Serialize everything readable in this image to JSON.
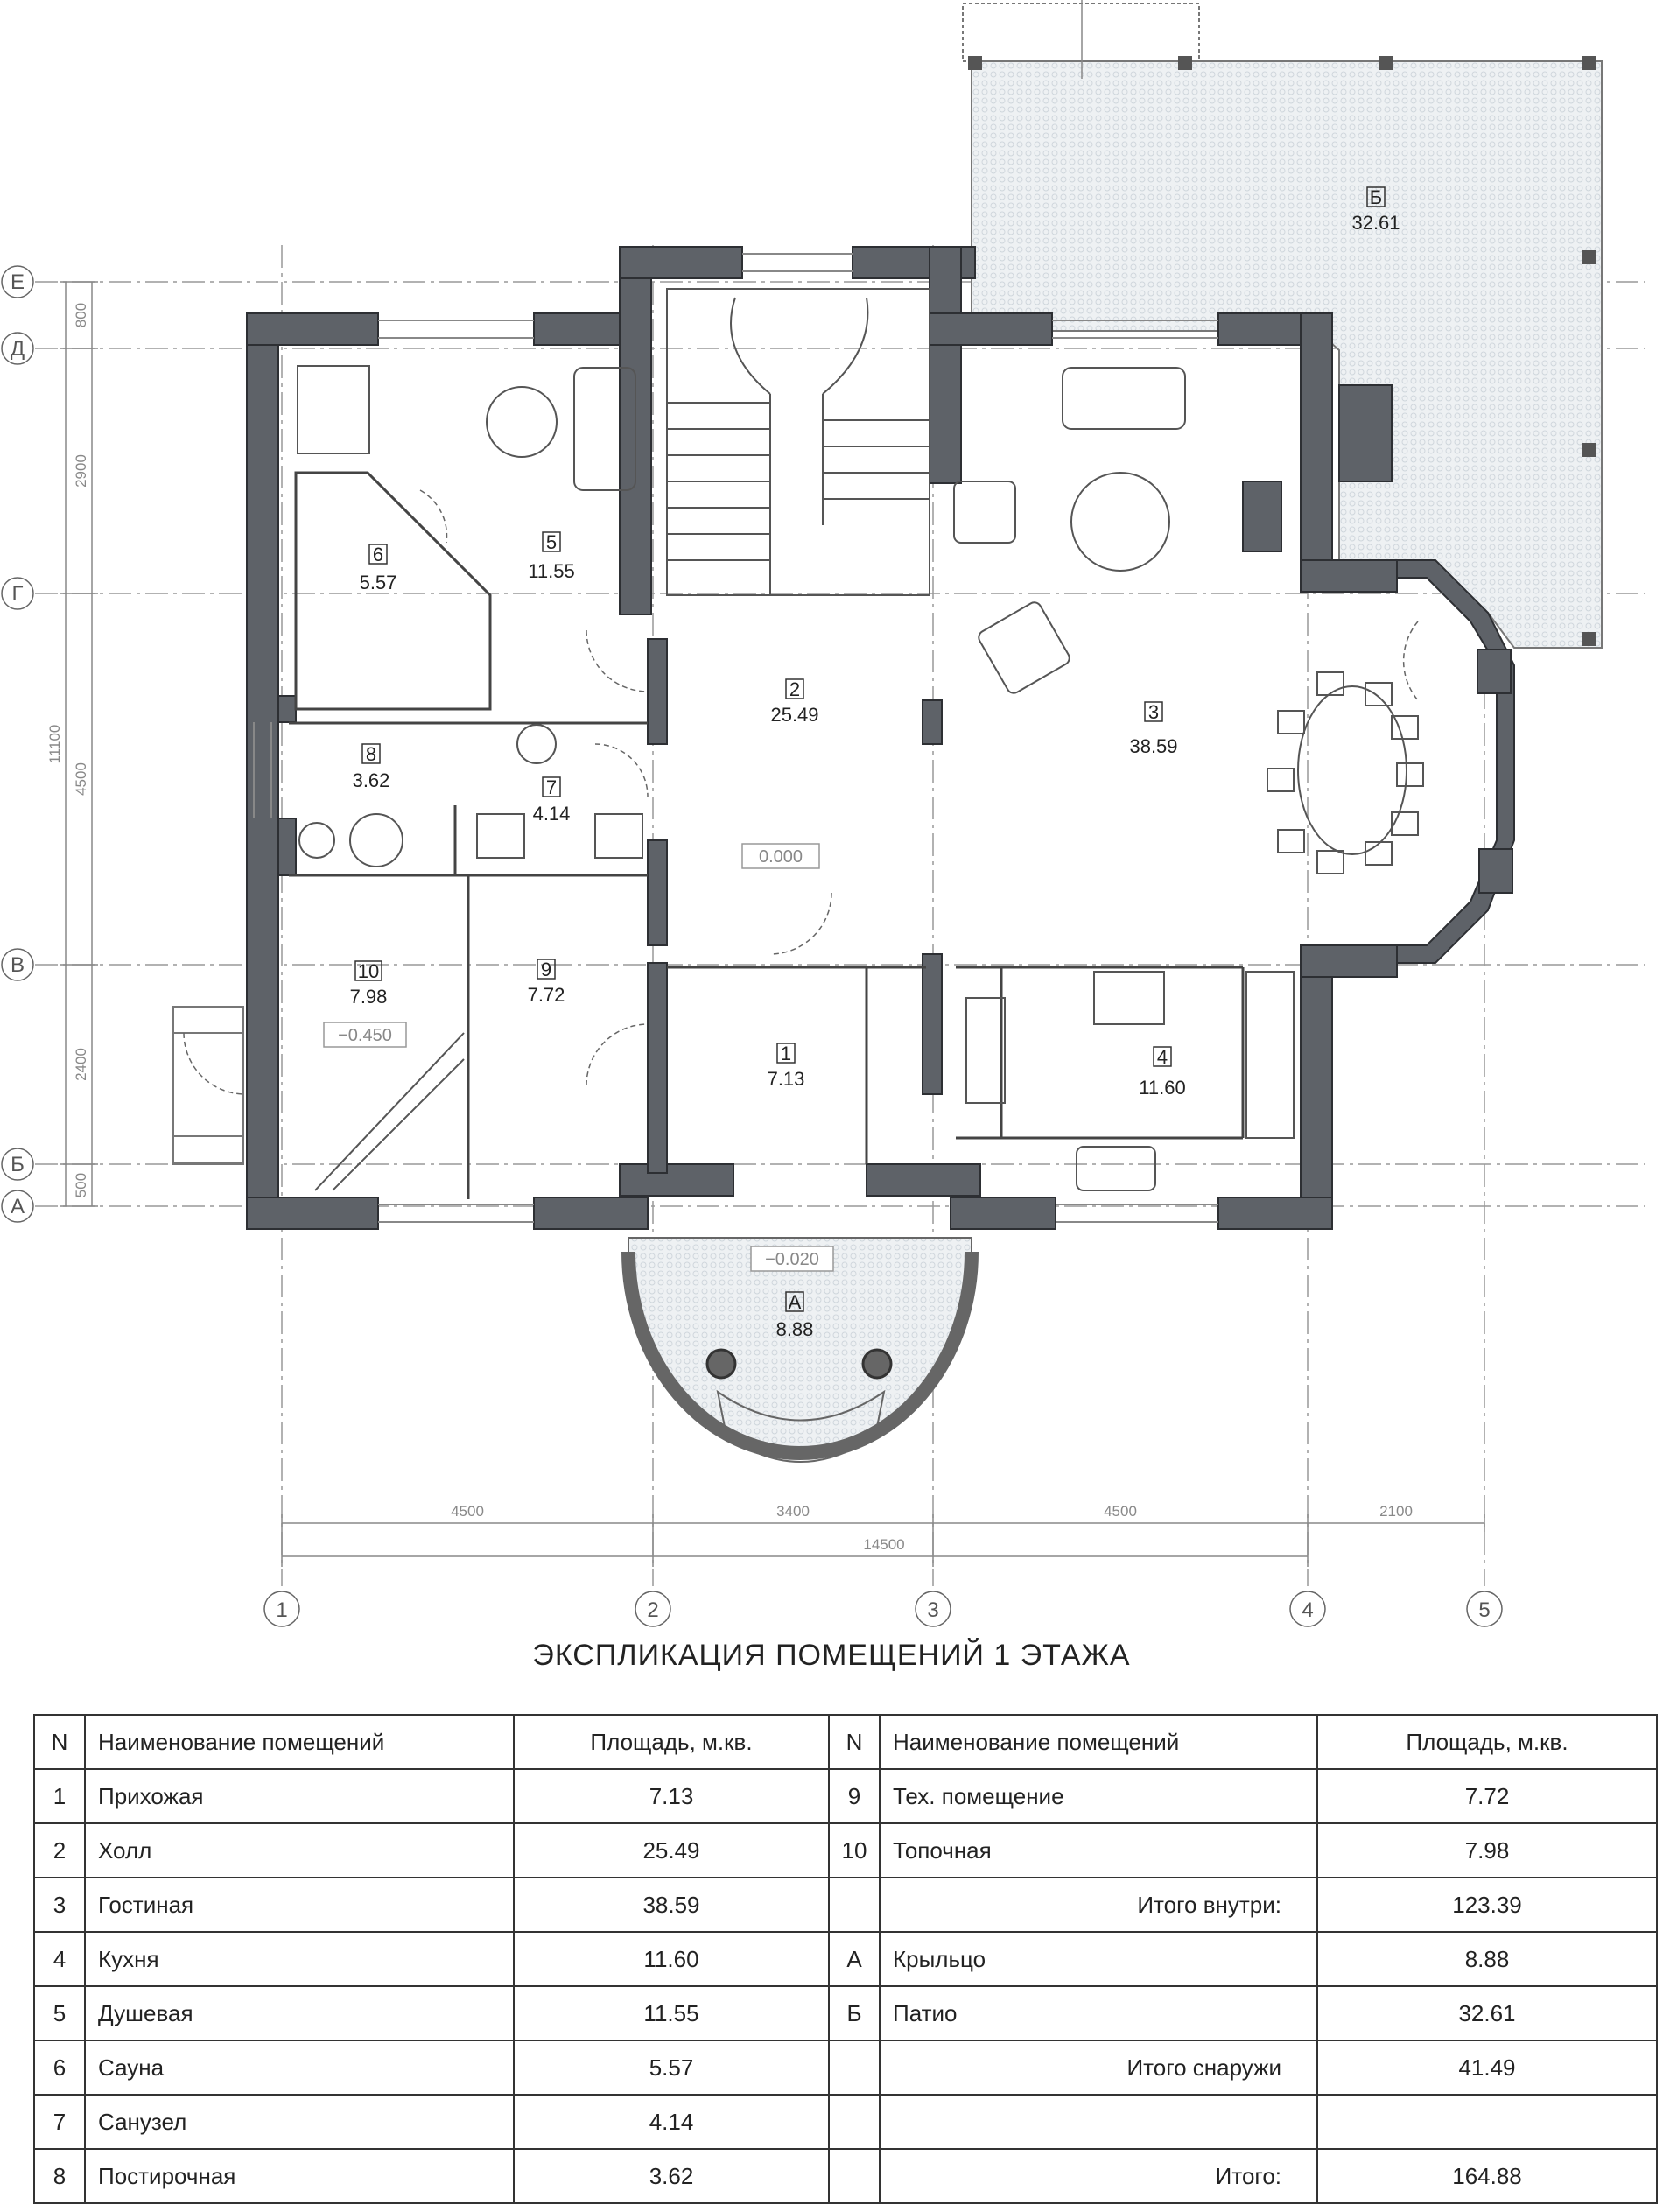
{
  "plan": {
    "axes_rows": [
      "Е",
      "Д",
      "Г",
      "В",
      "Б",
      "А"
    ],
    "axes_cols": [
      "1",
      "2",
      "3",
      "4",
      "5"
    ],
    "dims_left": [
      "800",
      "2900",
      "4500",
      "2400",
      "500",
      "11100"
    ],
    "dims_bottom": [
      "4500",
      "3400",
      "4500",
      "2100",
      "14500"
    ],
    "levels": [
      "0.000",
      "−0.450",
      "−0.020"
    ],
    "rooms": [
      {
        "num": "1",
        "area": "7.13"
      },
      {
        "num": "2",
        "area": "25.49"
      },
      {
        "num": "3",
        "area": "38.59"
      },
      {
        "num": "4",
        "area": "11.60"
      },
      {
        "num": "5",
        "area": "11.55"
      },
      {
        "num": "6",
        "area": "5.57"
      },
      {
        "num": "7",
        "area": "4.14"
      },
      {
        "num": "8",
        "area": "3.62"
      },
      {
        "num": "9",
        "area": "7.72"
      },
      {
        "num": "10",
        "area": "7.98"
      },
      {
        "num": "А",
        "area": "8.88"
      },
      {
        "num": "Б",
        "area": "32.61"
      }
    ]
  },
  "title": "ЭКСПЛИКАЦИЯ ПОМЕЩЕНИЙ 1 ЭТАЖА",
  "table": {
    "headers": {
      "n": "N",
      "name": "Наименование помещений",
      "area": "Площадь, м.кв."
    },
    "rows": [
      {
        "n1": "1",
        "name1": "Прихожая",
        "area1": "7.13",
        "n2": "9",
        "name2": "Тех. помещение",
        "area2": "7.72"
      },
      {
        "n1": "2",
        "name1": "Холл",
        "area1": "25.49",
        "n2": "10",
        "name2": "Топочная",
        "area2": "7.98"
      },
      {
        "n1": "3",
        "name1": "Гостиная",
        "area1": "38.59",
        "n2": "",
        "name2": "Итого внутри:",
        "area2": "123.39"
      },
      {
        "n1": "4",
        "name1": "Кухня",
        "area1": "11.60",
        "n2": "А",
        "name2": "Крыльцо",
        "area2": "8.88"
      },
      {
        "n1": "5",
        "name1": "Душевая",
        "area1": "11.55",
        "n2": "Б",
        "name2": "Патио",
        "area2": "32.61"
      },
      {
        "n1": "6",
        "name1": "Сауна",
        "area1": "5.57",
        "n2": "",
        "name2": "Итого снаружи",
        "area2": "41.49"
      },
      {
        "n1": "7",
        "name1": "Санузел",
        "area1": "4.14",
        "n2": "",
        "name2": "",
        "area2": ""
      },
      {
        "n1": "8",
        "name1": "Постирочная",
        "area1": "3.62",
        "n2": "",
        "name2": "Итого:",
        "area2": "164.88"
      }
    ]
  }
}
